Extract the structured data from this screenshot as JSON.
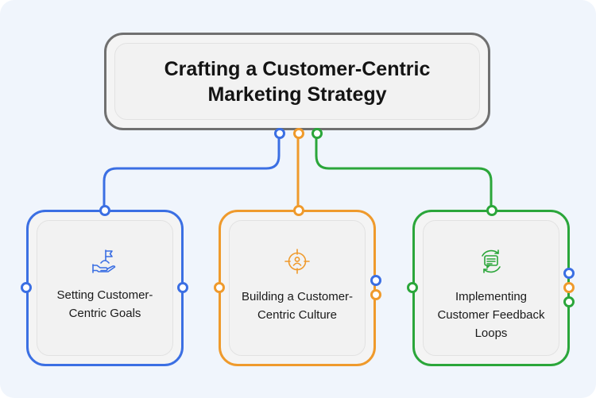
{
  "title": "Crafting a Customer-Centric Marketing Strategy",
  "colors": {
    "blue": "#3b6fe3",
    "orange": "#ef9a2c",
    "green": "#2ba63a",
    "title_border": "#707070",
    "background": "#f0f5fc"
  },
  "cards": [
    {
      "label": "Setting Customer-Centric Goals",
      "icon": "flag-hand-icon",
      "color": "blue"
    },
    {
      "label": "Building a Customer-Centric Culture",
      "icon": "target-person-icon",
      "color": "orange"
    },
    {
      "label": "Implementing Customer Feedback Loops",
      "icon": "feedback-chat-icon",
      "color": "green"
    }
  ]
}
